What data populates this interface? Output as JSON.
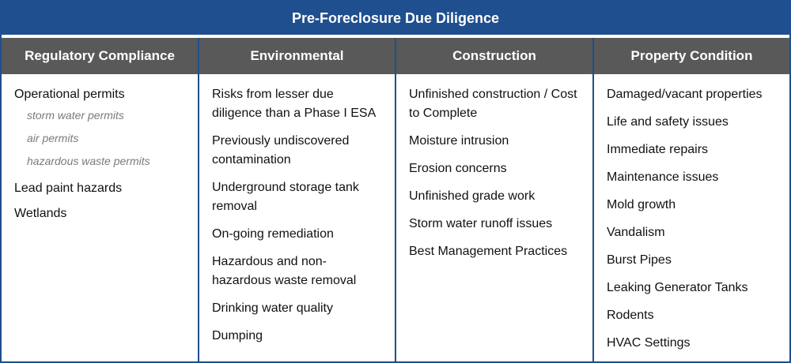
{
  "title": "Pre-Foreclosure Due Diligence",
  "columns": [
    {
      "header": "Regulatory Compliance",
      "items": [
        "Operational permits",
        "Lead paint hazards",
        "Wetlands"
      ],
      "subitems": [
        "storm water permits",
        "air permits",
        "hazardous waste permits"
      ]
    },
    {
      "header": "Environmental",
      "items": [
        "Risks from lesser due diligence than a Phase I ESA",
        "Previously undiscovered contamination",
        "Underground storage tank removal",
        "On-going remediation",
        "Hazardous and non-hazardous waste removal",
        "Drinking water quality",
        "Dumping"
      ]
    },
    {
      "header": "Construction",
      "items": [
        "Unfinished construction / Cost to Complete",
        "Moisture intrusion",
        "Erosion concerns",
        "Unfinished grade work",
        "Storm water runoff issues",
        "Best Management Practices"
      ]
    },
    {
      "header": "Property Condition",
      "items": [
        "Damaged/vacant properties",
        "Life and safety issues",
        "Immediate repairs",
        "Maintenance issues",
        "Mold growth",
        "Vandalism",
        "Burst Pipes",
        "Leaking Generator Tanks",
        "Rodents",
        "HVAC Settings"
      ]
    }
  ],
  "colors": {
    "title_bg": "#1f4f8f",
    "header_bg": "#595959",
    "subitem_text": "#7a7a7a"
  }
}
